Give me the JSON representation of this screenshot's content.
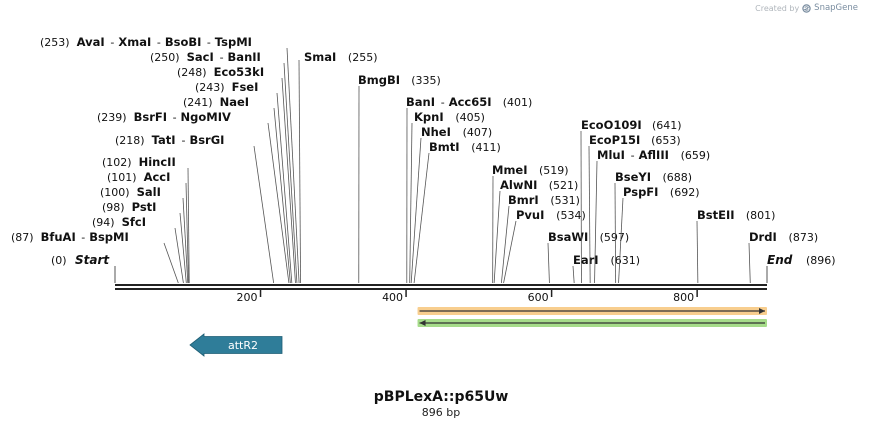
{
  "credit": {
    "prefix": "Created by",
    "brand": "SnapGene",
    "logo_icon": "snapgene-logo-icon"
  },
  "plasmid": {
    "name": "pBPLexA::p65Uw",
    "length_label": "896 bp",
    "length": 896
  },
  "start_label": "Start",
  "start_pos": "(0)",
  "end_label": "End",
  "end_pos": "(896)",
  "ticks": [
    {
      "value": 200,
      "label": "200"
    },
    {
      "value": 400,
      "label": "400"
    },
    {
      "value": 600,
      "label": "600"
    },
    {
      "value": 800,
      "label": "800"
    }
  ],
  "sites": [
    {
      "pos": "(253)",
      "names": [
        "AvaI",
        "XmaI",
        "BsoBI",
        "TspMI"
      ],
      "side": "left",
      "bp": 253
    },
    {
      "pos": "(255)",
      "names": [
        "SmaI"
      ],
      "side": "right",
      "bp": 255
    },
    {
      "pos": "(250)",
      "names": [
        "SacI",
        "BanII"
      ],
      "side": "left",
      "bp": 250
    },
    {
      "pos": "(248)",
      "names": [
        "Eco53kI"
      ],
      "side": "left",
      "bp": 248
    },
    {
      "pos": "(243)",
      "names": [
        "FseI"
      ],
      "side": "left",
      "bp": 243
    },
    {
      "pos": "(241)",
      "names": [
        "NaeI"
      ],
      "side": "left",
      "bp": 241
    },
    {
      "pos": "(239)",
      "names": [
        "BsrFI",
        "NgoMIV"
      ],
      "side": "left",
      "bp": 239
    },
    {
      "pos": "(218)",
      "names": [
        "TatI",
        "BsrGI"
      ],
      "side": "left",
      "bp": 218
    },
    {
      "pos": "(102)",
      "names": [
        "HincII"
      ],
      "side": "left",
      "bp": 102
    },
    {
      "pos": "(101)",
      "names": [
        "AccI"
      ],
      "side": "left",
      "bp": 101
    },
    {
      "pos": "(100)",
      "names": [
        "SalI"
      ],
      "side": "left",
      "bp": 100
    },
    {
      "pos": "(98)",
      "names": [
        "PstI"
      ],
      "side": "left",
      "bp": 98
    },
    {
      "pos": "(94)",
      "names": [
        "SfcI"
      ],
      "side": "left",
      "bp": 94
    },
    {
      "pos": "(87)",
      "names": [
        "BfuAI",
        "BspMI"
      ],
      "side": "left",
      "bp": 87
    },
    {
      "pos": "(335)",
      "names": [
        "BmgBI"
      ],
      "side": "right",
      "bp": 335
    },
    {
      "pos": "(401)",
      "names": [
        "BanI",
        "Acc65I"
      ],
      "side": "right",
      "bp": 401
    },
    {
      "pos": "(405)",
      "names": [
        "KpnI"
      ],
      "side": "right",
      "bp": 405
    },
    {
      "pos": "(407)",
      "names": [
        "NheI"
      ],
      "side": "right",
      "bp": 407
    },
    {
      "pos": "(411)",
      "names": [
        "BmtI"
      ],
      "side": "right",
      "bp": 411
    },
    {
      "pos": "(519)",
      "names": [
        "MmeI"
      ],
      "side": "right",
      "bp": 519
    },
    {
      "pos": "(521)",
      "names": [
        "AlwNI"
      ],
      "side": "right",
      "bp": 521
    },
    {
      "pos": "(531)",
      "names": [
        "BmrI"
      ],
      "side": "right",
      "bp": 531
    },
    {
      "pos": "(534)",
      "names": [
        "PvuI"
      ],
      "side": "right",
      "bp": 534
    },
    {
      "pos": "(597)",
      "names": [
        "BsaWI"
      ],
      "side": "right",
      "bp": 597
    },
    {
      "pos": "(631)",
      "names": [
        "EarI"
      ],
      "side": "right",
      "bp": 631
    },
    {
      "pos": "(641)",
      "names": [
        "EcoO109I"
      ],
      "side": "right",
      "bp": 641
    },
    {
      "pos": "(653)",
      "names": [
        "EcoP15I"
      ],
      "side": "right",
      "bp": 653
    },
    {
      "pos": "(659)",
      "names": [
        "MluI",
        "AflIII"
      ],
      "side": "right",
      "bp": 659
    },
    {
      "pos": "(688)",
      "names": [
        "BseYI"
      ],
      "side": "right",
      "bp": 688
    },
    {
      "pos": "(692)",
      "names": [
        "PspFI"
      ],
      "side": "right",
      "bp": 692
    },
    {
      "pos": "(801)",
      "names": [
        "BstEII"
      ],
      "side": "right",
      "bp": 801
    },
    {
      "pos": "(873)",
      "names": [
        "DrdI"
      ],
      "side": "right",
      "bp": 873
    }
  ],
  "features": [
    {
      "name": "attR2",
      "start": 100,
      "end": 228,
      "direction": "reverse",
      "color": "#2f7d99"
    }
  ],
  "orfs": [
    {
      "direction": "forward",
      "start": 413,
      "end": 896,
      "color": "#f2a531"
    },
    {
      "direction": "reverse",
      "start": 413,
      "end": 896,
      "color": "#5cbf2a"
    }
  ],
  "colors": {
    "backbone": "#222222",
    "text": "#111111",
    "leader": "#555555"
  }
}
